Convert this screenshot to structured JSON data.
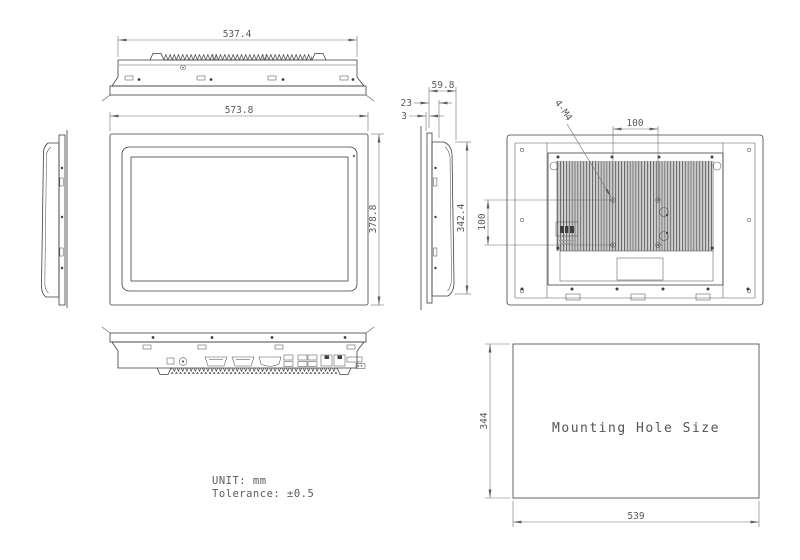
{
  "dimensions": {
    "top_width": "537.4",
    "front_width": "573.8",
    "front_height": "378.8",
    "side_depth": "59.8",
    "side_step": "23",
    "side_bezel": "3",
    "side_height": "342.4",
    "vesa_label": "4-M4",
    "vesa_horizontal": "100",
    "vesa_vertical": "100",
    "cutout_height": "344",
    "cutout_width": "539"
  },
  "mounting_box": {
    "label": "Mounting Hole Size"
  },
  "notes": {
    "unit": "UNIT: mm",
    "tolerance": "Tolerance: ±0.5"
  },
  "colors": {
    "line": "#3f3f3f",
    "dim_line": "#707070",
    "text": "#5a5a5a",
    "background": "#ffffff"
  }
}
